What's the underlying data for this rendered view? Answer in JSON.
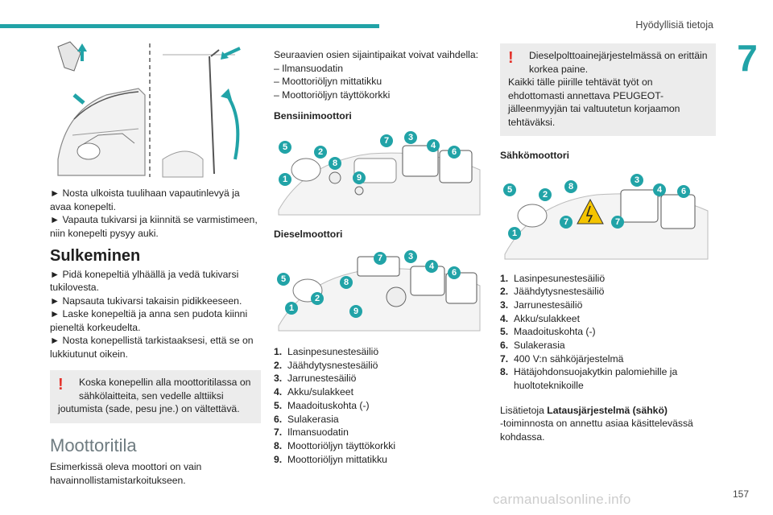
{
  "header": {
    "title": "Hyödyllisiä tietoja",
    "chapter_number": "7",
    "page_number": "157"
  },
  "watermark": "carmanualsonline.info",
  "col1": {
    "open_steps": [
      "► Nosta ulkoista tuulihaan vapautinlevyä ja avaa konepelti.",
      "► Vapauta tukivarsi ja kiinnitä se varmistimeen, niin konepelti pysyy auki."
    ],
    "closing_heading": "Sulkeminen",
    "closing_steps": [
      "► Pidä konepeltiä ylhäällä ja vedä tukivarsi tukilovesta.",
      "► Napsauta tukivarsi takaisin pidikkeeseen.",
      "► Laske konepeltiä ja anna sen pudota kiinni pieneltä korkeudelta.",
      "► Nosta konepellistä tarkistaaksesi, että se on lukkiutunut oikein."
    ],
    "warning_lead": "Koska konepellin alla moottoritilassa on sähkölaitteita, sen vedelle alttiiksi",
    "warning_rest": "joutumista (sade, pesu jne.) on vältettävä.",
    "engine_heading": "Moottoritila",
    "engine_text": "Esimerkissä oleva moottori on vain havainnollistamistarkoitukseen."
  },
  "col2": {
    "intro": "Seuraavien osien sijaintipaikat voivat vaihdella:",
    "variable_parts": [
      "– Ilmansuodatin",
      "– Moottoriöljyn mittatikku",
      "– Moottoriöljyn täyttökorkki"
    ],
    "petrol_heading": "Bensiinimoottori",
    "diesel_heading": "Dieselmoottori",
    "parts": [
      {
        "n": "1.",
        "label": "Lasinpesunestesäiliö"
      },
      {
        "n": "2.",
        "label": "Jäähdytysnestesäiliö"
      },
      {
        "n": "3.",
        "label": "Jarrunestesäiliö"
      },
      {
        "n": "4.",
        "label": "Akku/sulakkeet"
      },
      {
        "n": "5.",
        "label": "Maadoituskohta (-)"
      },
      {
        "n": "6.",
        "label": "Sulakerasia"
      },
      {
        "n": "7.",
        "label": "Ilmansuodatin"
      },
      {
        "n": "8.",
        "label": "Moottoriöljyn täyttökorkki"
      },
      {
        "n": "9.",
        "label": "Moottoriöljyn mittatikku"
      }
    ]
  },
  "col3": {
    "warning_lead": "Dieselpolttoainejärjestelmässä on erittäin korkea paine.",
    "warning_rest": "Kaikki tälle piirille tehtävät työt on ehdottomasti annettava PEUGEOT-jälleenmyyjän tai valtuutetun korjaamon tehtäväksi.",
    "electric_heading": "Sähkömoottori",
    "parts": [
      {
        "n": "1.",
        "label": "Lasinpesunestesäiliö"
      },
      {
        "n": "2.",
        "label": "Jäähdytysnestesäiliö"
      },
      {
        "n": "3.",
        "label": "Jarrunestesäiliö"
      },
      {
        "n": "4.",
        "label": "Akku/sulakkeet"
      },
      {
        "n": "5.",
        "label": "Maadoituskohta (-)"
      },
      {
        "n": "6.",
        "label": "Sulakerasia"
      },
      {
        "n": "7.",
        "label": "400 V:n sähköjärjestelmä"
      },
      {
        "n": "8.",
        "label": "Hätäjohdonsuojakytkin palomiehille ja huoltoteknikoille"
      }
    ],
    "info_prefix": "Lisätietoja ",
    "info_bold": "Latausjärjestelmä (sähkö)",
    "info_rest": "-toiminnosta on annettu asiaa käsittelevässä kohdassa."
  },
  "badges": {
    "petrol": [
      "1",
      "2",
      "3",
      "4",
      "5",
      "6",
      "7",
      "8",
      "9"
    ],
    "diesel": [
      "1",
      "2",
      "3",
      "4",
      "5",
      "6",
      "7",
      "8",
      "9"
    ],
    "electric": [
      "1",
      "2",
      "3",
      "4",
      "5",
      "6",
      "7",
      "7",
      "8"
    ]
  },
  "colors": {
    "accent": "#21a3a7",
    "warning": "#e4322b"
  },
  "icons": [
    "warning-exclamation-icon",
    "high-voltage-icon"
  ]
}
